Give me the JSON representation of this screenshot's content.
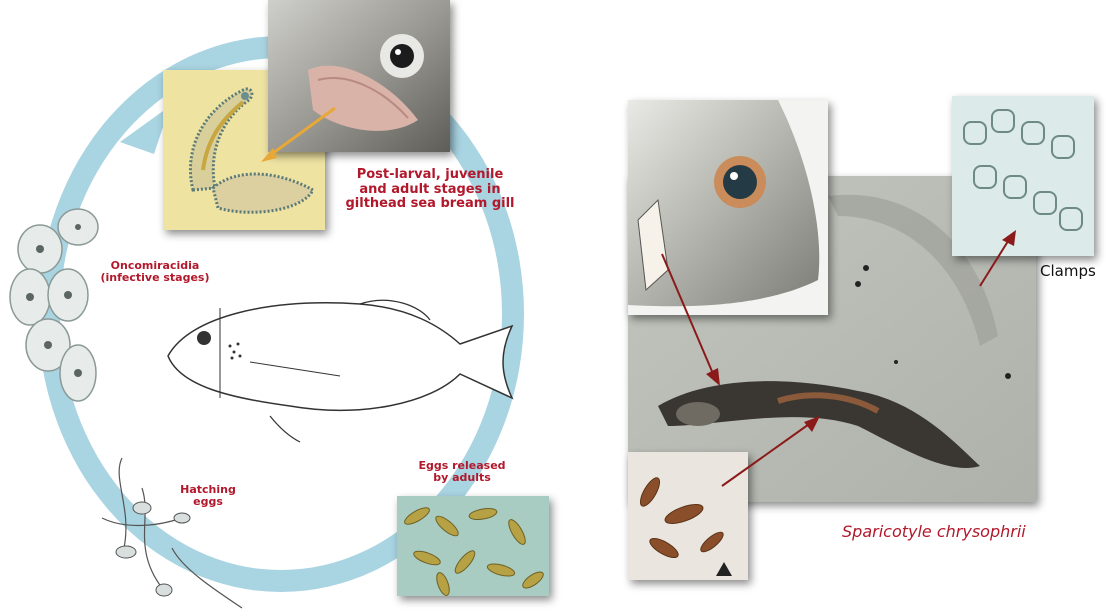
{
  "colors": {
    "cycle_blue": "#a9d4e2",
    "label_red": "#b2182b",
    "arrow_dark_red": "#8b1a1a",
    "arrow_orange": "#e8a838"
  },
  "life_cycle": {
    "stage_adult": "Post-larval, juvenile and adult stages in gilthead sea bream gill",
    "stage_oncomiracidia": "Oncomiracidia (infective stages)",
    "stage_hatching": "Hatching eggs",
    "stage_eggs": "Eggs released by adults"
  },
  "figure_right": {
    "clamps_label": "Clamps",
    "species_name": "Sparicotyle chrysophrii"
  }
}
